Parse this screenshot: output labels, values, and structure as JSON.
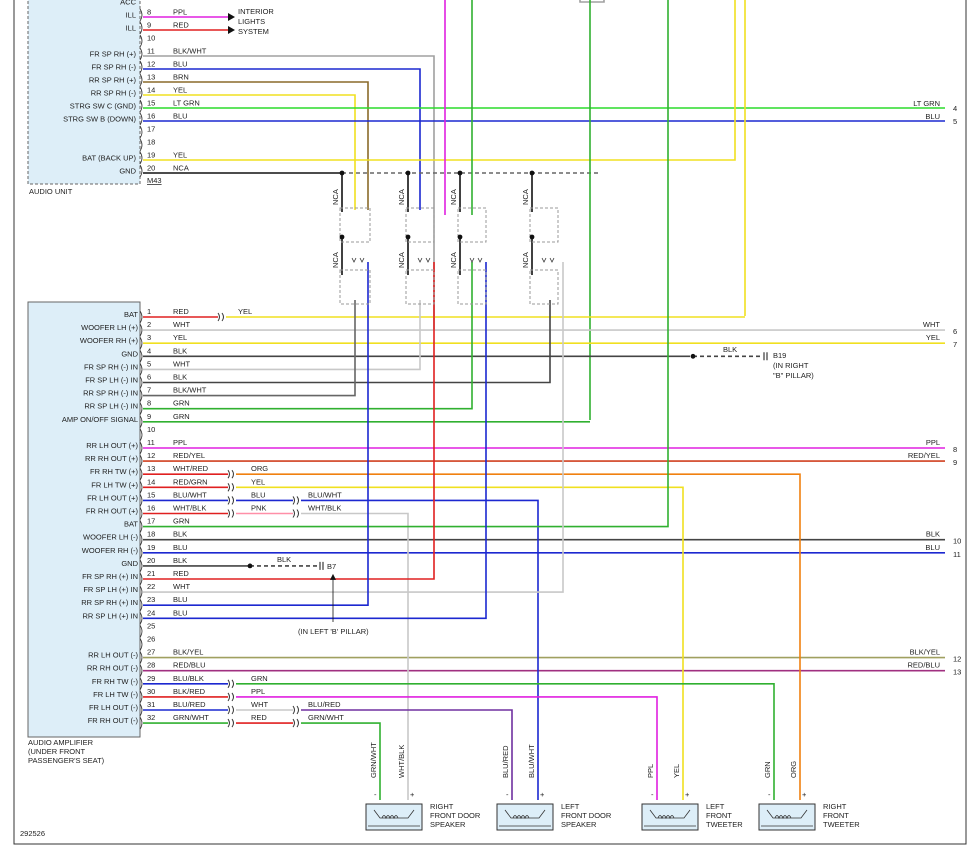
{
  "diagram_id": "292526",
  "audio_unit": {
    "name": "AUDIO UNIT",
    "connector": "M43",
    "pins": [
      {
        "num": "",
        "label": "ACC",
        "wire": "",
        "color": "#000000"
      },
      {
        "num": "8",
        "label": "ILL",
        "wire": "PPL",
        "color": "#e020e0"
      },
      {
        "num": "9",
        "label": "ILL",
        "wire": "RED",
        "color": "#e02020"
      },
      {
        "num": "10",
        "label": "",
        "wire": "",
        "color": "#000000"
      },
      {
        "num": "11",
        "label": "FR SP RH (+)",
        "wire": "BLK/WHT",
        "color": "#888888"
      },
      {
        "num": "12",
        "label": "FR SP RH (-)",
        "wire": "BLU",
        "color": "#1c28d0"
      },
      {
        "num": "13",
        "label": "RR SP RH (+)",
        "wire": "BRN",
        "color": "#8a6a2a"
      },
      {
        "num": "14",
        "label": "RR SP RH (-)",
        "wire": "YEL",
        "color": "#f0e020"
      },
      {
        "num": "15",
        "label": "STRG SW C (GND)",
        "wire": "LT GRN",
        "color": "#2cdc2c"
      },
      {
        "num": "16",
        "label": "STRG SW B (DOWN)",
        "wire": "BLU",
        "color": "#1c28d0"
      },
      {
        "num": "17",
        "label": "",
        "wire": "",
        "color": "#000000"
      },
      {
        "num": "18",
        "label": "",
        "wire": "",
        "color": "#000000"
      },
      {
        "num": "19",
        "label": "BAT (BACK UP)",
        "wire": "YEL",
        "color": "#f0e020"
      },
      {
        "num": "20",
        "label": "GND",
        "wire": "NCA",
        "color": "#111111"
      }
    ],
    "interior_lights": [
      "INTERIOR",
      "LIGHTS",
      "SYSTEM"
    ]
  },
  "right_outputs_top": [
    {
      "wire": "LT GRN",
      "num": "4",
      "color": "#2cdc2c"
    },
    {
      "wire": "BLU",
      "num": "5",
      "color": "#1c28d0"
    }
  ],
  "nca": {
    "label": "NCA"
  },
  "amplifier": {
    "caption": [
      "AUDIO AMPLIFIER",
      "(UNDER FRONT",
      "PASSENGER'S SEAT)"
    ],
    "pins": [
      {
        "num": "1",
        "label": "BAT",
        "wire": "RED",
        "color": "#e02020"
      },
      {
        "num": "2",
        "label": "WOOFER LH (+)",
        "wire": "WHT",
        "color": "#c8c8c8"
      },
      {
        "num": "3",
        "label": "WOOFER RH (+)",
        "wire": "YEL",
        "color": "#f0e020"
      },
      {
        "num": "4",
        "label": "GND",
        "wire": "BLK",
        "color": "#444444"
      },
      {
        "num": "5",
        "label": "FR SP RH (-) IN",
        "wire": "WHT",
        "color": "#c8c8c8"
      },
      {
        "num": "6",
        "label": "FR SP LH (-) IN",
        "wire": "BLK",
        "color": "#444444"
      },
      {
        "num": "7",
        "label": "RR SP RH (-) IN",
        "wire": "BLK/WHT",
        "color": "#666666"
      },
      {
        "num": "8",
        "label": "RR SP LH (-) IN",
        "wire": "GRN",
        "color": "#30b030"
      },
      {
        "num": "9",
        "label": "AMP ON/OFF SIGNAL",
        "wire": "GRN",
        "color": "#30b030"
      },
      {
        "num": "10",
        "label": "",
        "wire": "",
        "color": "#000000"
      },
      {
        "num": "11",
        "label": "RR LH OUT (+)",
        "wire": "PPL",
        "color": "#e020e0"
      },
      {
        "num": "12",
        "label": "RR RH OUT (+)",
        "wire": "RED/YEL",
        "color": "#d04020"
      },
      {
        "num": "13",
        "label": "FR RH TW (+)",
        "wire": "WHT/RED",
        "color": "#e02020"
      },
      {
        "num": "14",
        "label": "FR LH TW (+)",
        "wire": "RED/GRN",
        "color": "#e02020"
      },
      {
        "num": "15",
        "label": "FR LH OUT (+)",
        "wire": "BLU/WHT",
        "color": "#1c28d0"
      },
      {
        "num": "16",
        "label": "FR RH OUT (+)",
        "wire": "WHT/BLK",
        "color": "#e02020"
      },
      {
        "num": "17",
        "label": "BAT",
        "wire": "GRN",
        "color": "#30b030"
      },
      {
        "num": "18",
        "label": "WOOFER LH (-)",
        "wire": "BLK",
        "color": "#444444"
      },
      {
        "num": "19",
        "label": "WOOFER RH (-)",
        "wire": "BLU",
        "color": "#1c28d0"
      },
      {
        "num": "20",
        "label": "GND",
        "wire": "BLK",
        "color": "#444444"
      },
      {
        "num": "21",
        "label": "FR SP RH (+) IN",
        "wire": "RED",
        "color": "#e02020"
      },
      {
        "num": "22",
        "label": "FR SP LH (+) IN",
        "wire": "WHT",
        "color": "#c8c8c8"
      },
      {
        "num": "23",
        "label": "RR SP RH (+) IN",
        "wire": "BLU",
        "color": "#1c28d0"
      },
      {
        "num": "24",
        "label": "RR SP LH (+) IN",
        "wire": "BLU",
        "color": "#1c28d0"
      },
      {
        "num": "25",
        "label": "",
        "wire": "",
        "color": "#000000"
      },
      {
        "num": "26",
        "label": "",
        "wire": "",
        "color": "#000000"
      },
      {
        "num": "27",
        "label": "RR LH OUT (-)",
        "wire": "BLK/YEL",
        "color": "#a0a060"
      },
      {
        "num": "28",
        "label": "RR RH OUT (-)",
        "wire": "RED/BLU",
        "color": "#a03080"
      },
      {
        "num": "29",
        "label": "FR RH TW (-)",
        "wire": "BLU/BLK",
        "color": "#1c28d0"
      },
      {
        "num": "30",
        "label": "FR LH TW (-)",
        "wire": "BLK/RED",
        "color": "#e02020"
      },
      {
        "num": "31",
        "label": "FR LH OUT (-)",
        "wire": "BLU/RED",
        "color": "#1c28d0"
      },
      {
        "num": "32",
        "label": "FR RH OUT (-)",
        "wire": "GRN/WHT",
        "color": "#30b030"
      }
    ]
  },
  "right_outputs": [
    {
      "wire": "WHT",
      "num": "6",
      "color": "#c8c8c8"
    },
    {
      "wire": "YEL",
      "num": "7",
      "color": "#f0e020"
    },
    {
      "wire": "PPL",
      "num": "8",
      "color": "#e020e0"
    },
    {
      "wire": "RED/YEL",
      "num": "9",
      "color": "#d04020"
    },
    {
      "wire": "BLK",
      "num": "10",
      "color": "#444444"
    },
    {
      "wire": "BLU",
      "num": "11",
      "color": "#1c28d0"
    },
    {
      "wire": "BLK/YEL",
      "num": "12",
      "color": "#a0a060"
    },
    {
      "wire": "RED/BLU",
      "num": "13",
      "color": "#a03080"
    }
  ],
  "splice_labels": {
    "p1": "YEL",
    "p13": "ORG",
    "p14": "YEL",
    "p15a": "BLU",
    "p15b": "BLU/WHT",
    "p16a": "PNK",
    "p16b": "WHT/BLK",
    "p29": "GRN",
    "p30": "PPL",
    "p31a": "WHT",
    "p31b": "BLU/RED",
    "p32a": "RED",
    "p32b": "GRN/WHT"
  },
  "grounds": {
    "b19": {
      "wire": "BLK",
      "label": "B19",
      "note": [
        "(IN RIGHT",
        "\"B\" PILLAR)"
      ]
    },
    "b7": {
      "wire": "BLK",
      "label": "B7",
      "note": "(IN LEFT 'B' PILLAR)"
    }
  },
  "speakers": [
    {
      "name": [
        "RIGHT",
        "FRONT DOOR",
        "SPEAKER"
      ],
      "wires": [
        "GRN/WHT",
        "WHT/BLK"
      ],
      "colors": [
        "#30b030",
        "#c8c8c8"
      ]
    },
    {
      "name": [
        "LEFT",
        "FRONT DOOR",
        "SPEAKER"
      ],
      "wires": [
        "BLU/RED",
        "BLU/WHT"
      ],
      "colors": [
        "#7030a0",
        "#1c28d0"
      ]
    },
    {
      "name": [
        "LEFT",
        "FRONT",
        "TWEETER"
      ],
      "wires": [
        "PPL",
        "YEL"
      ],
      "colors": [
        "#e020e0",
        "#f0e020"
      ]
    },
    {
      "name": [
        "RIGHT",
        "FRONT",
        "TWEETER"
      ],
      "wires": [
        "GRN",
        "ORG"
      ],
      "colors": [
        "#30b030",
        "#f08010"
      ]
    }
  ],
  "speaker_polarity": [
    "-",
    "+"
  ]
}
